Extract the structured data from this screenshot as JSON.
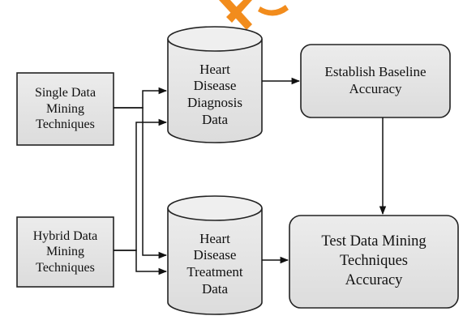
{
  "colors": {
    "box_fill": "#e4e4e4",
    "box_stroke": "#222222",
    "connector": "#111111",
    "logo_orange": "#f28c1c"
  },
  "logo": {
    "icon": "brand-logo-x"
  },
  "sources": [
    {
      "lines": [
        "Single Data",
        "Mining",
        "Techniques"
      ]
    },
    {
      "lines": [
        "Hybrid Data",
        "Mining",
        "Techniques"
      ]
    }
  ],
  "databases": [
    {
      "lines": [
        "Heart",
        "Disease",
        "Diagnosis",
        "Data"
      ]
    },
    {
      "lines": [
        "Heart",
        "Disease",
        "Treatment",
        "Data"
      ]
    }
  ],
  "processes": [
    {
      "lines": [
        "Establish Baseline",
        "Accuracy"
      ]
    },
    {
      "lines": [
        "Test Data Mining",
        "Techniques",
        "Accuracy"
      ]
    }
  ]
}
